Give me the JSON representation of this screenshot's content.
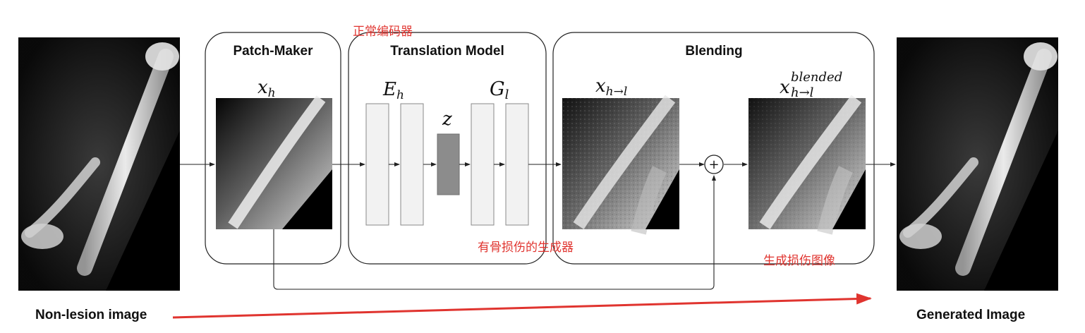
{
  "sections": {
    "patch_maker": "Patch-Maker",
    "translation": "Translation Model",
    "blending": "Blending"
  },
  "symbols": {
    "x": "x",
    "x_h_sub": "h",
    "e": "E",
    "e_sub": "h",
    "z": "z",
    "g": "G",
    "g_sub": "l",
    "x_hl_sub": "h→l",
    "blended_sup": "blended",
    "plus": "+"
  },
  "captions": {
    "input": "Non-lesion image",
    "output": "Generated Image"
  },
  "annotations": {
    "normal_encoder": "正常编码器",
    "lesion_generator": "有骨损伤的生成器",
    "generated_lesion": "生成损伤图像"
  },
  "colors": {
    "annotation": "#e0342f",
    "latent": "#8c8c8c",
    "layer_fill": "#f2f2f2"
  }
}
